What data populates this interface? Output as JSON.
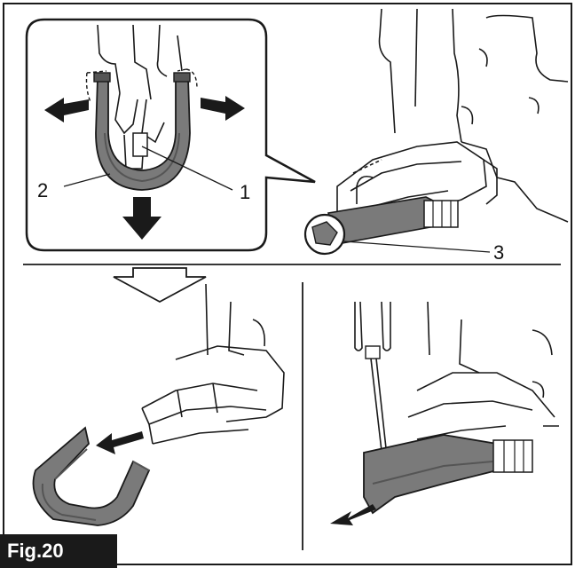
{
  "figure": {
    "label": "Fig.20",
    "callouts": {
      "part_1": "1",
      "part_2": "2",
      "part_3": "3"
    },
    "colors": {
      "line": "#1a1a1a",
      "part_fill": "#7a7a7a",
      "part_dark": "#555555",
      "label_bg": "#1a1a1a"
    }
  }
}
